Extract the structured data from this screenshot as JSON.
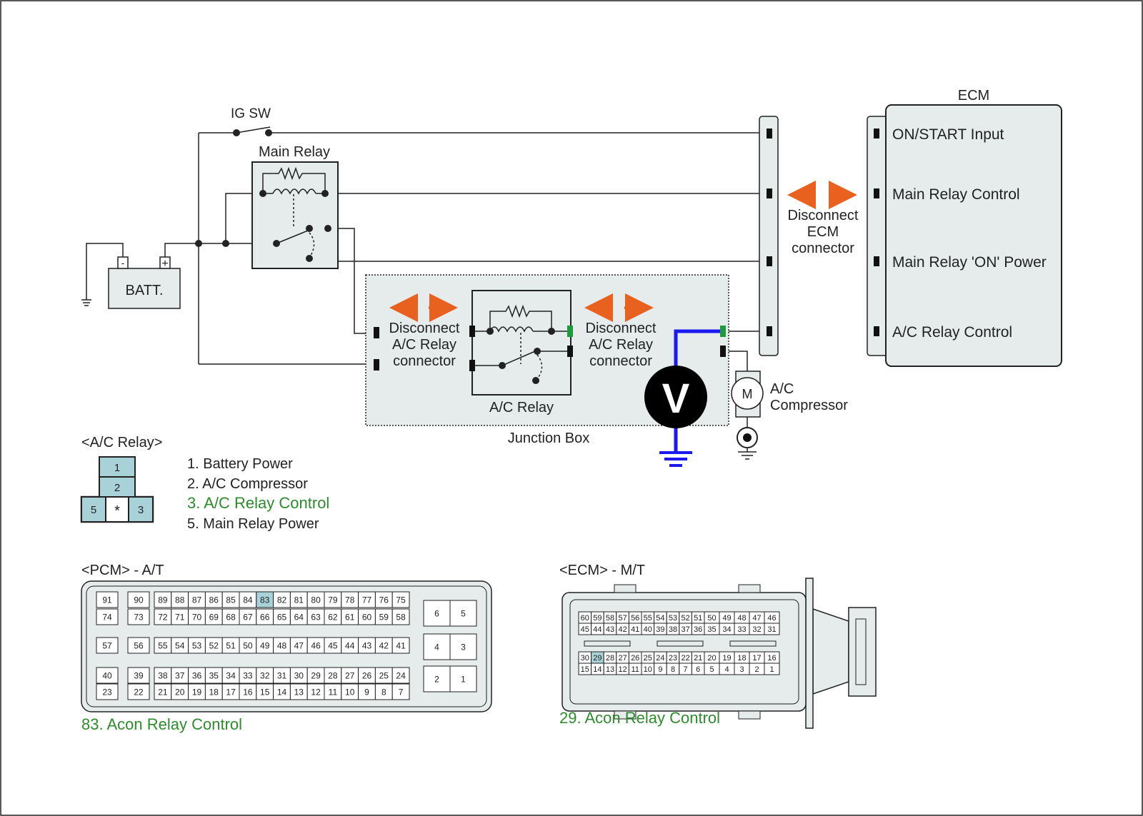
{
  "colors": {
    "wire": "#222222",
    "box_fill": "#e6ebeb",
    "box_stroke": "#222222",
    "pin_highlight": "#a8d2d8",
    "arrow": "#e8611e",
    "green_text": "#2e8b2e",
    "green_pin": "#1f9a3a",
    "probe": "#1a1aee"
  },
  "labels": {
    "ig_sw": "IG SW",
    "main_relay": "Main Relay",
    "batt": "BATT.",
    "batt_minus": "-",
    "batt_plus": "+",
    "ecm_title": "ECM",
    "junction_box": "Junction Box",
    "ac_relay": "A/C Relay",
    "disconnect_left": [
      "Disconnect",
      "A/C Relay",
      "connector"
    ],
    "disconnect_right": [
      "Disconnect",
      "A/C Relay",
      "connector"
    ],
    "disconnect_ecm": [
      "Disconnect",
      "ECM",
      "connector"
    ],
    "voltmeter": "V",
    "motor": "M",
    "compressor": [
      "A/C",
      "Compressor"
    ]
  },
  "ecm_pins": [
    "ON/START Input",
    "Main Relay Control",
    "Main Relay 'ON' Power",
    "A/C Relay Control"
  ],
  "ac_relay_connector": {
    "title": "<A/C Relay>",
    "cells": [
      "1",
      "2",
      "5",
      "*",
      "3"
    ],
    "legend": [
      {
        "text": "1. Battery Power",
        "highlight": false
      },
      {
        "text": "2. A/C Compressor",
        "highlight": false
      },
      {
        "text": "3. A/C Relay Control",
        "highlight": true
      },
      {
        "text": "5. Main Relay Power",
        "highlight": false
      }
    ]
  },
  "pcm": {
    "title": "<PCM> - A/T",
    "highlight": "83",
    "caption": "83. Acon Relay Control",
    "left_single": [
      [
        "91",
        "74"
      ],
      [
        "57"
      ],
      [
        "40",
        "23"
      ]
    ],
    "left_single2": [
      [
        "90",
        "73"
      ],
      [
        "56"
      ],
      [
        "39",
        "22"
      ]
    ],
    "rows_main": [
      [
        "89",
        "88",
        "87",
        "86",
        "85",
        "84",
        "83",
        "82",
        "81",
        "80",
        "79",
        "78",
        "77",
        "76",
        "75"
      ],
      [
        "72",
        "71",
        "70",
        "69",
        "68",
        "67",
        "66",
        "65",
        "64",
        "63",
        "62",
        "61",
        "60",
        "59",
        "58"
      ],
      [
        "55",
        "54",
        "53",
        "52",
        "51",
        "50",
        "49",
        "48",
        "47",
        "46",
        "45",
        "44",
        "43",
        "42",
        "41"
      ],
      [
        "38",
        "37",
        "36",
        "35",
        "34",
        "33",
        "32",
        "31",
        "30",
        "29",
        "28",
        "27",
        "26",
        "25",
        "24"
      ],
      [
        "21",
        "20",
        "19",
        "18",
        "17",
        "16",
        "15",
        "14",
        "13",
        "12",
        "11",
        "10",
        "9",
        "8",
        "7"
      ]
    ],
    "right_blocks": [
      [
        "6",
        "5"
      ],
      [
        "4",
        "3"
      ],
      [
        "2",
        "1"
      ]
    ]
  },
  "ecm_mt": {
    "title": "<ECM> - M/T",
    "highlight": "29",
    "caption": "29. Acon Relay Control",
    "rows": [
      [
        "60",
        "59",
        "58",
        "57",
        "56",
        "55",
        "54",
        "53",
        "52",
        "51",
        "50",
        "49",
        "48",
        "47",
        "46"
      ],
      [
        "45",
        "44",
        "43",
        "42",
        "41",
        "40",
        "39",
        "38",
        "37",
        "36",
        "35",
        "34",
        "33",
        "32",
        "31"
      ],
      [
        "30",
        "29",
        "28",
        "27",
        "26",
        "25",
        "24",
        "23",
        "22",
        "21",
        "20",
        "19",
        "18",
        "17",
        "16"
      ],
      [
        "15",
        "14",
        "13",
        "12",
        "11",
        "10",
        "9",
        "8",
        "7",
        "6",
        "5",
        "4",
        "3",
        "2",
        "1"
      ]
    ]
  }
}
